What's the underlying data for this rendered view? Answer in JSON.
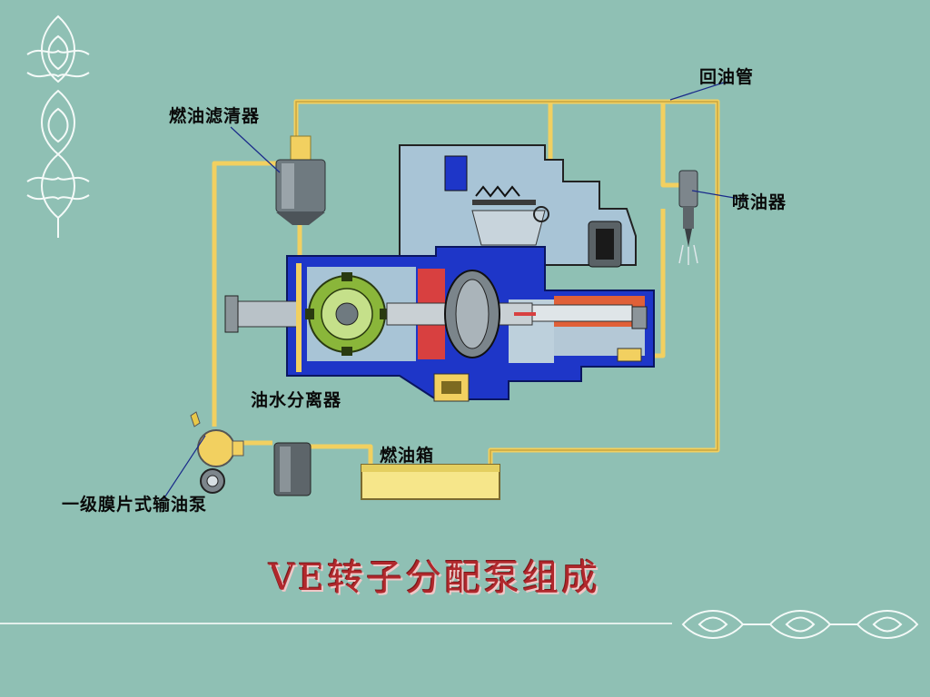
{
  "labels": {
    "return_pipe": "回油管",
    "fuel_filter": "燃油滤清器",
    "injector": "喷油器",
    "water_separator": "油水分离器",
    "fuel_tank": "燃油箱",
    "transfer_pump": "一级膜片式输油泵"
  },
  "title": "VE转子分配泵组成",
  "colors": {
    "background": "#8fc0b4",
    "pipe": "#f2d060",
    "housing_blue": "#1e36c8",
    "title_red": "#b0282c",
    "tank_yellow": "#f6e68a"
  },
  "icons": [
    "ornament-flourish",
    "ornament-border"
  ]
}
